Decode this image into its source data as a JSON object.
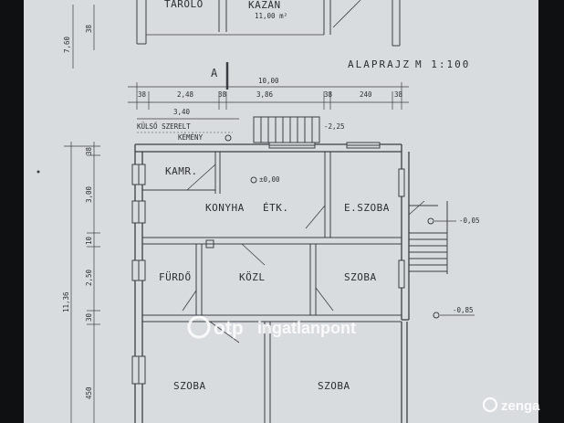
{
  "plan": {
    "title": "ALAPRAJZ",
    "scale": "M 1:100",
    "section_marker": "A",
    "rooms": {
      "tarolo": "TÁROLÓ",
      "kazan": "KAZÁN",
      "kazan_area": "11,00 m²",
      "kamra": "KAMR.",
      "konyha": "KONYHA",
      "etk": "ÉTK.",
      "eszoba": "E.SZOBA",
      "furdo": "FÜRDŐ",
      "kozl": "KÖZL",
      "szoba_right": "SZOBA",
      "szoba_bl": "SZOBA",
      "szoba_br": "SZOBA"
    },
    "labels": {
      "kulso_szerelt": "KÜLSŐ SZERELT",
      "kemeny": "KÉMÉNY"
    },
    "levels": {
      "upper": "-2,25",
      "inner": "±0,00",
      "right_1": "-0,05",
      "right_2": "-0,85"
    },
    "dimensions": {
      "top_total": "10,00",
      "d38_a": "38",
      "d248": "2,48",
      "d38_b": "38",
      "d386": "3,86",
      "d38_c": "38",
      "d240": "240",
      "d38_d": "38",
      "d340": "3,40",
      "v760": "7,60",
      "v38_top": "38",
      "v1136": "11,36",
      "v38_a": "38",
      "v300": "3,00",
      "v10": "10",
      "v250": "2,50",
      "v30": "30",
      "v450": "450"
    }
  },
  "watermarks": {
    "otp_brand": "otp",
    "otp_product": "ingatlanpont",
    "zenga": "zenga"
  },
  "colors": {
    "line": "#3a3e44",
    "paper": "#d9dcdf",
    "watermark": "#ffffff"
  }
}
